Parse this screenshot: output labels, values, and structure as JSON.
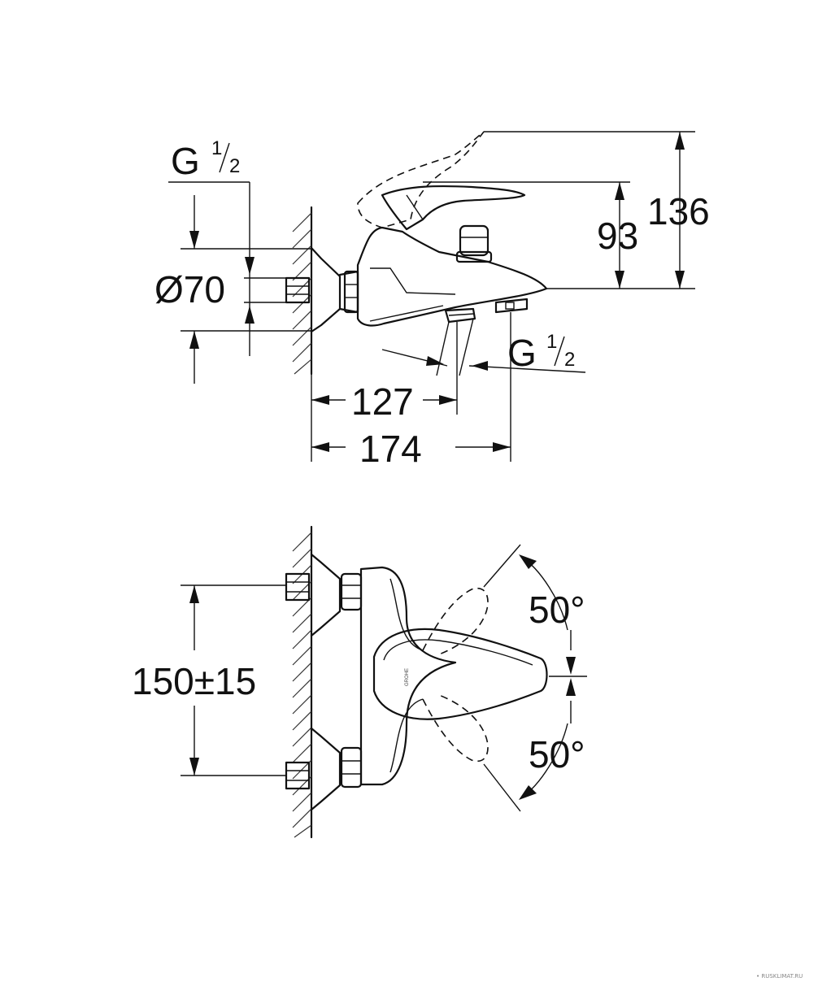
{
  "side_view": {
    "inlet_thread_label": "G",
    "inlet_thread_num": "1",
    "inlet_thread_den": "2",
    "diameter_label": "Ø70",
    "height_label": "93",
    "total_height_label": "136",
    "outlet_thread_label": "G",
    "outlet_thread_num": "1",
    "outlet_thread_den": "2",
    "projection_short_label": "127",
    "projection_long_label": "174"
  },
  "front_view": {
    "centers_label": "150±15",
    "angle_upper_label": "50°",
    "angle_lower_label": "50°",
    "logo_text": "GROHE"
  },
  "watermark": "• RUSKLIMAT.RU"
}
